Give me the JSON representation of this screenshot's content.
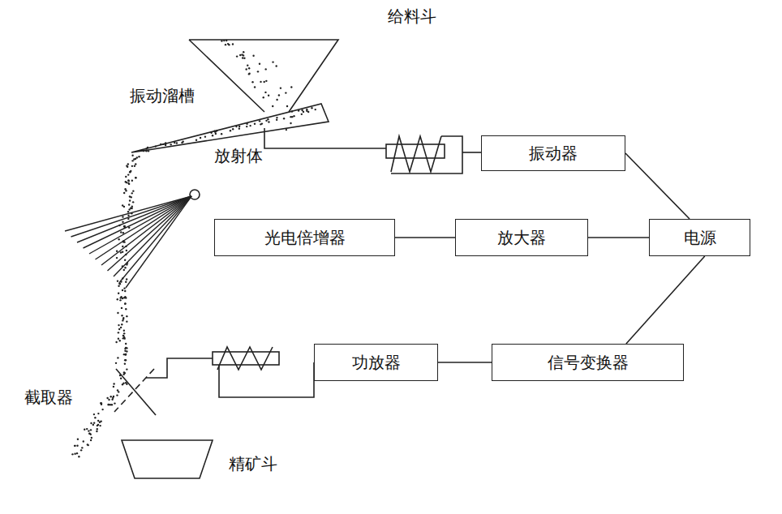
{
  "diagram": {
    "nodes": [
      {
        "text": [
          "振动器"
        ]
      },
      {
        "text": [
          "光电倍增器"
        ]
      },
      {
        "text": [
          "放大器"
        ]
      },
      {
        "text": [
          "电源"
        ]
      },
      {
        "text": [
          "功放器"
        ]
      },
      {
        "text": [
          "信号变换器"
        ]
      }
    ],
    "edges": [
      {
        "from": 0,
        "to": 3,
        "arrow": "none"
      },
      {
        "from": 1,
        "to": 2,
        "arrow": "none"
      },
      {
        "from": 2,
        "to": 3,
        "arrow": "none"
      },
      {
        "from": 3,
        "to": 5,
        "arrow": "none"
      },
      {
        "from": 4,
        "to": 5,
        "arrow": "none"
      }
    ],
    "labels": [
      "给料斗",
      "振动溜槽",
      "放射体",
      "截取器",
      "精矿斗"
    ]
  }
}
